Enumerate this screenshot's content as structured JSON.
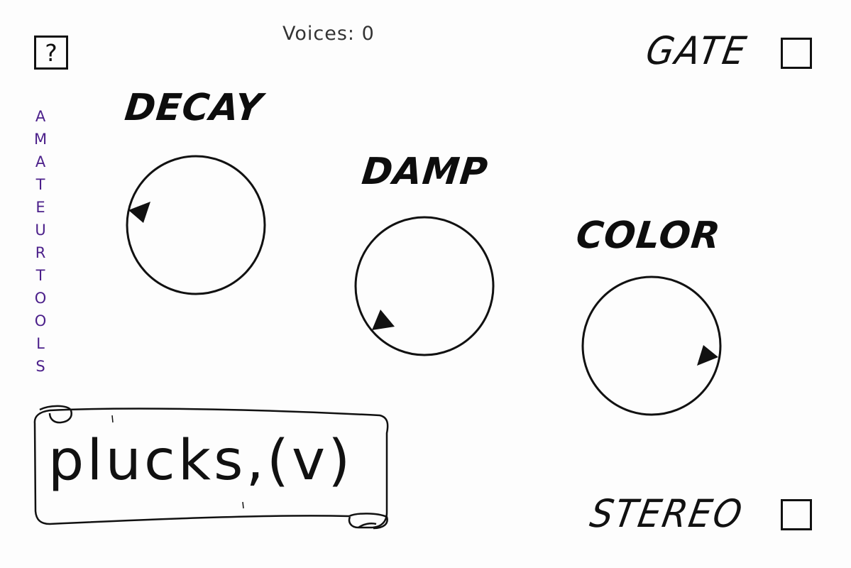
{
  "header": {
    "help_label": "?",
    "voices_label": "Voices:",
    "voices_count": "0"
  },
  "brand": {
    "letters": [
      "A",
      "M",
      "A",
      "T",
      "E",
      "U",
      "R",
      "T",
      "O",
      "O",
      "L",
      "S"
    ],
    "color": "#4b1f8a"
  },
  "knobs": [
    {
      "id": "decay",
      "label": "DECAY"
    },
    {
      "id": "damp",
      "label": "DAMP"
    },
    {
      "id": "color",
      "label": "COLOR"
    }
  ],
  "toggles": {
    "gate": {
      "label": "GATE",
      "checked": false
    },
    "stereo": {
      "label": "STEREO",
      "checked": false
    }
  },
  "title_banner": {
    "text": "plucks,(v)"
  },
  "colors": {
    "ink": "#111111",
    "background": "#fdfdfd",
    "brand": "#4b1f8a"
  }
}
